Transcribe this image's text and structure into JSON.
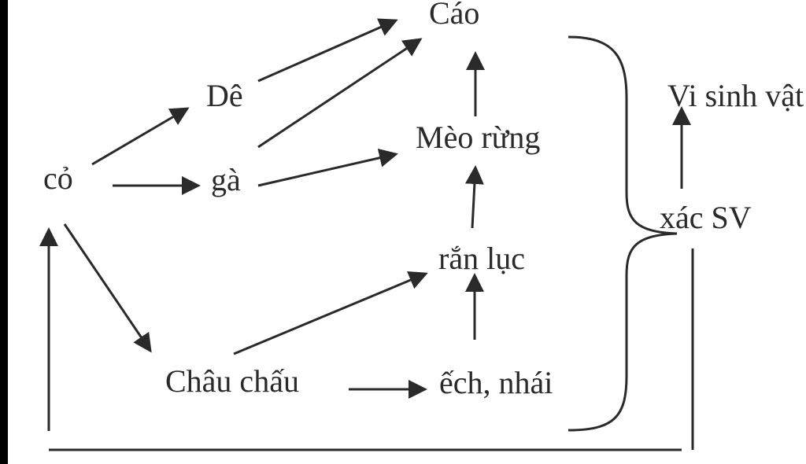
{
  "nodes": {
    "co": "cỏ",
    "de": "Dê",
    "ga": "gà",
    "chau_chau": "Châu chấu",
    "cao": "Cáo",
    "meo_rung": "Mèo rừng",
    "ran_luc": "rắn lục",
    "ech_nhai": "ếch, nhái",
    "xac_sv": "xác SV",
    "vi_sinh_vat": "Vi sinh vật"
  },
  "colors": {
    "ink": "#2a2a2a",
    "background": "#ffffff",
    "left_edge_bar": "#000000"
  }
}
